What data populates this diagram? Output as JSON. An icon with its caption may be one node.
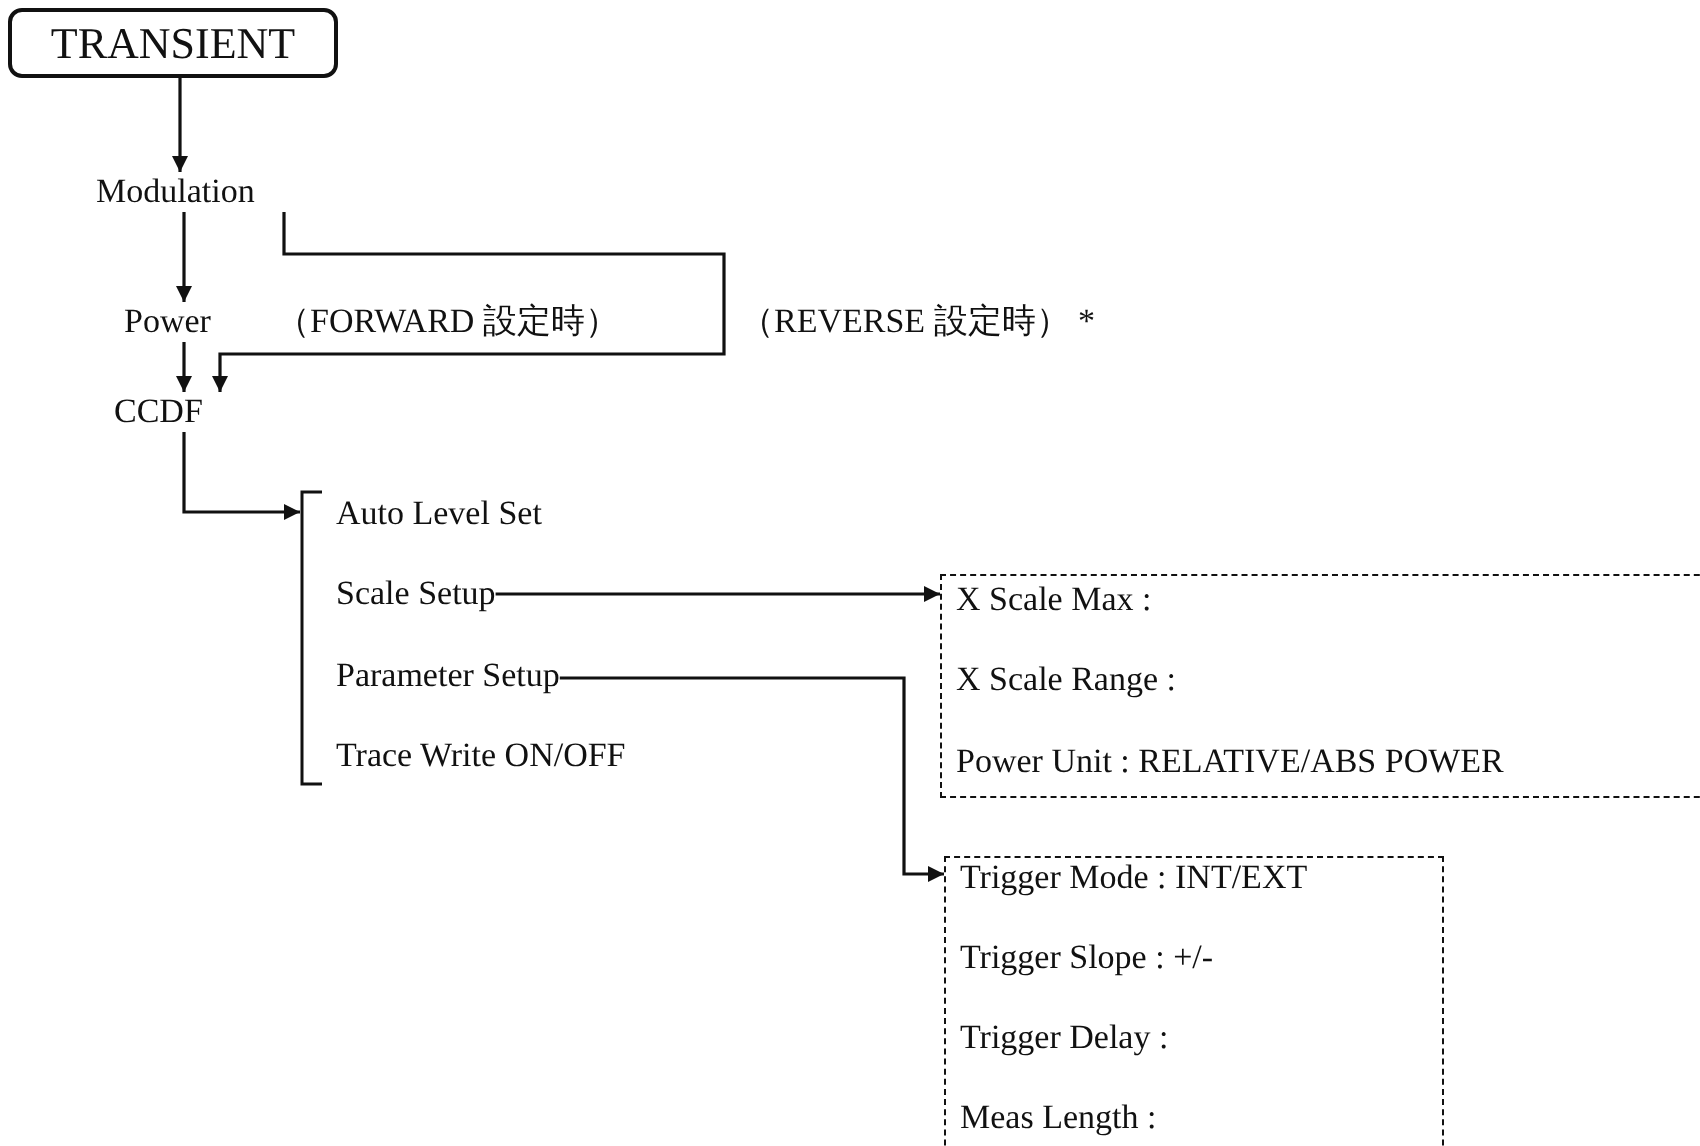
{
  "diagram": {
    "nodes": [
      {
        "text": [
          "TRANSIENT"
        ]
      },
      {
        "text": [
          "Modulation"
        ]
      },
      {
        "text": [
          "Power"
        ],
        "beside": [
          "（FORWARD 設定時）"
        ]
      },
      {
        "text": [
          "CCDF"
        ]
      },
      {
        "text": [],
        "shape": "bracket"
      },
      {
        "text": [
          "Auto Level Set"
        ],
        "in": 4
      },
      {
        "text": [
          "Scale Setup"
        ],
        "in": 4
      },
      {
        "text": [
          "Parameter Setup"
        ],
        "in": 4
      },
      {
        "text": [
          "Trace Write ON/OFF"
        ],
        "in": 4
      },
      {
        "text": [],
        "shape": "box"
      },
      {
        "text": [
          "X Scale Max :"
        ],
        "in": 9
      },
      {
        "text": [
          "X Scale Range :"
        ],
        "in": 9
      },
      {
        "text": [
          "Power Unit : RELATIVE/ABS POWER"
        ],
        "in": 9
      },
      {
        "text": [],
        "shape": "box"
      },
      {
        "text": [
          "Trigger Mode : INT/EXT"
        ],
        "in": 13
      },
      {
        "text": [
          "Trigger Slope : +/-"
        ],
        "in": 13
      },
      {
        "text": [
          "Trigger Delay :"
        ],
        "in": 13
      },
      {
        "text": [
          "Meas Length :"
        ],
        "in": 13
      }
    ],
    "edges": [
      {
        "from": 0,
        "to": 1,
        "arrow": "to"
      },
      {
        "from": 1,
        "to": 2,
        "arrow": "to"
      },
      {
        "from": 2,
        "to": 3,
        "arrow": "to"
      },
      {
        "from": 1,
        "to": 3,
        "arrow": "to",
        "label": "（REVERSE 設定時） *"
      },
      {
        "from": 3,
        "to": 4,
        "arrow": "to"
      },
      {
        "from": 6,
        "to": 9,
        "arrow": "to"
      },
      {
        "from": 7,
        "to": 13,
        "arrow": "to"
      }
    ]
  }
}
